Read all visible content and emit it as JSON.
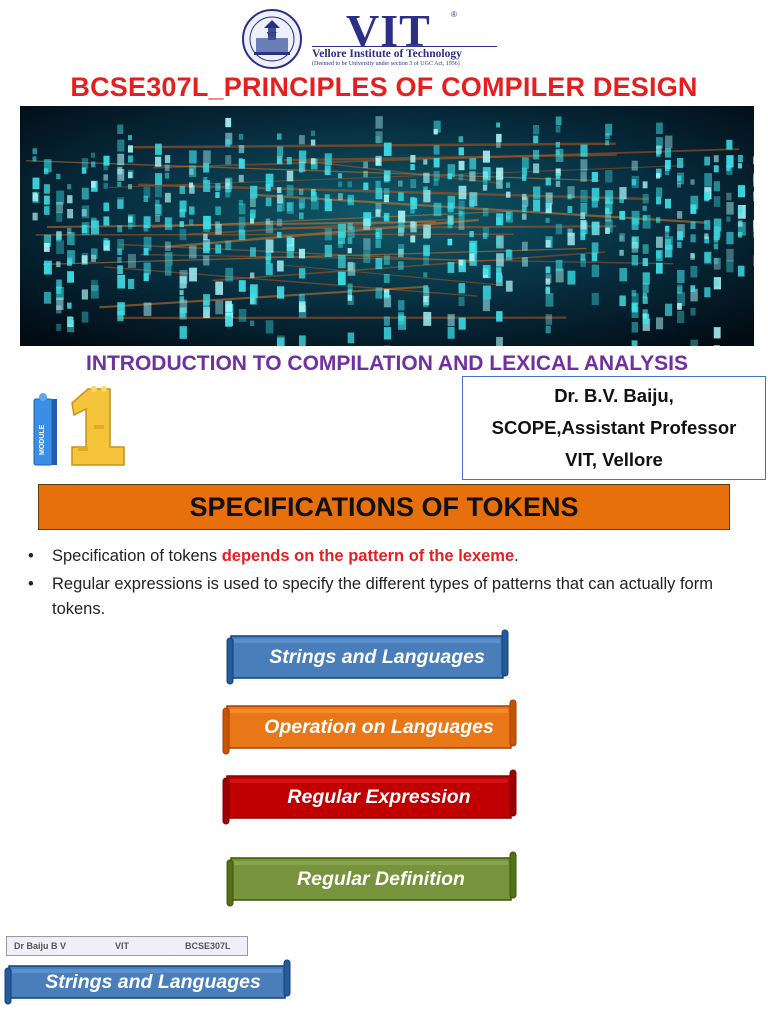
{
  "header": {
    "logo_text": "VIT",
    "logo_registered": "®",
    "logo_subtitle": "Vellore Institute of Technology",
    "logo_tagline": "(Deemed to be University under section 3 of UGC Act, 1956)",
    "seal_text": "VIT"
  },
  "course_title": "BCSE307L_PRINCIPLES OF COMPILER DESIGN",
  "module_title": "INTRODUCTION TO COMPILATION AND LEXICAL ANALYSIS",
  "module_icon": {
    "label": "MODULE",
    "number": "1"
  },
  "author": {
    "name": "Dr. B.V. Baiju,",
    "role": "SCOPE,Assistant Professor",
    "place": "VIT, Vellore"
  },
  "section_title": "SPECIFICATIONS OF TOKENS",
  "bullets": [
    {
      "before": "Specification of tokens ",
      "highlight": "depends on the pattern of the lexeme",
      "after": "."
    },
    {
      "text": "Regular expressions is used  to specify the different types of patterns that can actually form tokens."
    }
  ],
  "scroll_buttons": [
    {
      "label": "Strings and Languages",
      "color": "#4a7ebb"
    },
    {
      "label": "Operation on Languages",
      "color": "#e87817"
    },
    {
      "label": "Regular Expression",
      "color": "#c00000"
    },
    {
      "label": "Regular Definition",
      "color": "#77933c"
    }
  ],
  "footer": {
    "author": "Dr Baiju B V",
    "inst": "VIT",
    "code": "BCSE307L"
  },
  "next_slide_scroll": {
    "label": "Strings and Languages",
    "color": "#4a7ebb"
  },
  "bullet_symbol": "•"
}
